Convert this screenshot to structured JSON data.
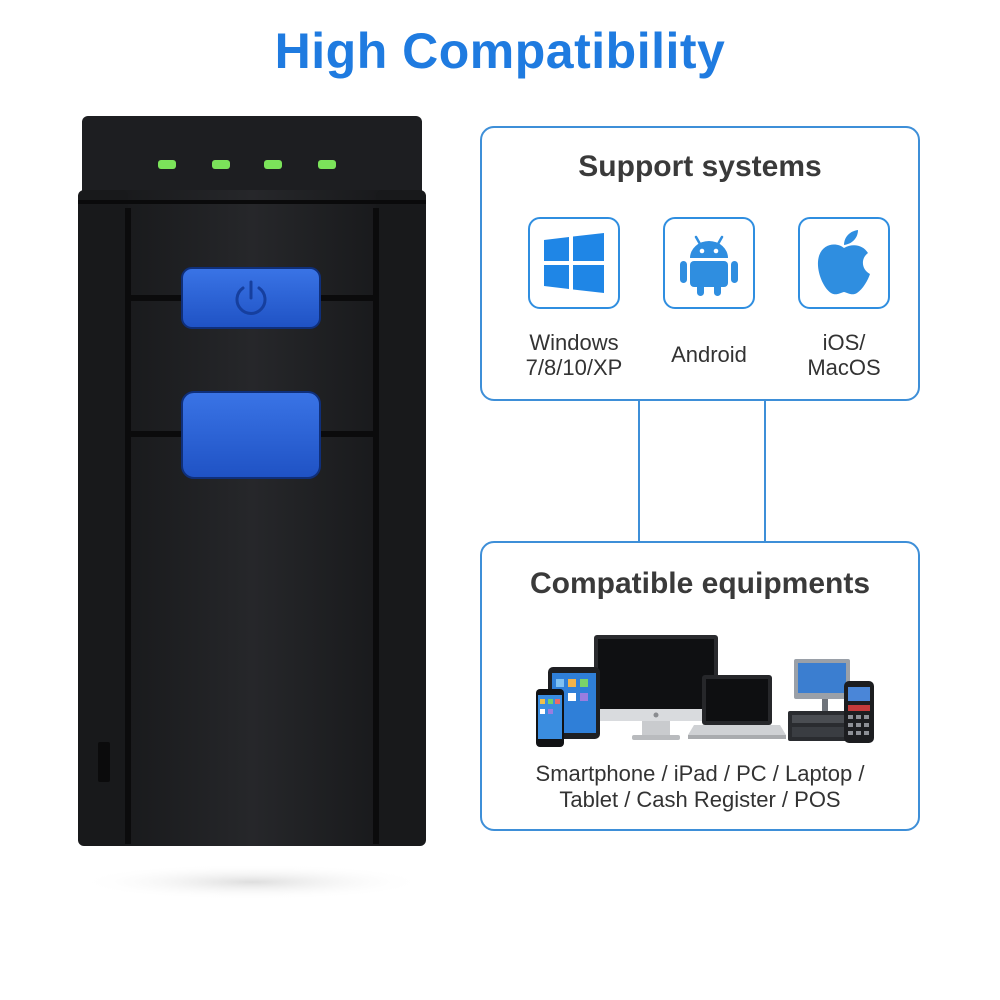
{
  "page": {
    "title": "High Compatibility"
  },
  "support": {
    "title": "Support systems",
    "systems": [
      {
        "name_line1": "Windows",
        "name_line2": "7/8/10/XP",
        "icon": "windows-logo-icon"
      },
      {
        "name_line1": "Android",
        "name_line2": "",
        "icon": "android-logo-icon"
      },
      {
        "name_line1": "iOS/",
        "name_line2": "MacOS",
        "icon": "apple-logo-icon"
      }
    ]
  },
  "equipment": {
    "title": "Compatible equipments",
    "line1": "Smartphone / iPad / PC / Laptop /",
    "line2": "Tablet / Cash Register / POS"
  },
  "colors": {
    "accent": "#1f7be0",
    "border": "#3e8fd8",
    "button": "#2a64d6",
    "led": "#7be35a",
    "device": "#1b1c1e"
  }
}
